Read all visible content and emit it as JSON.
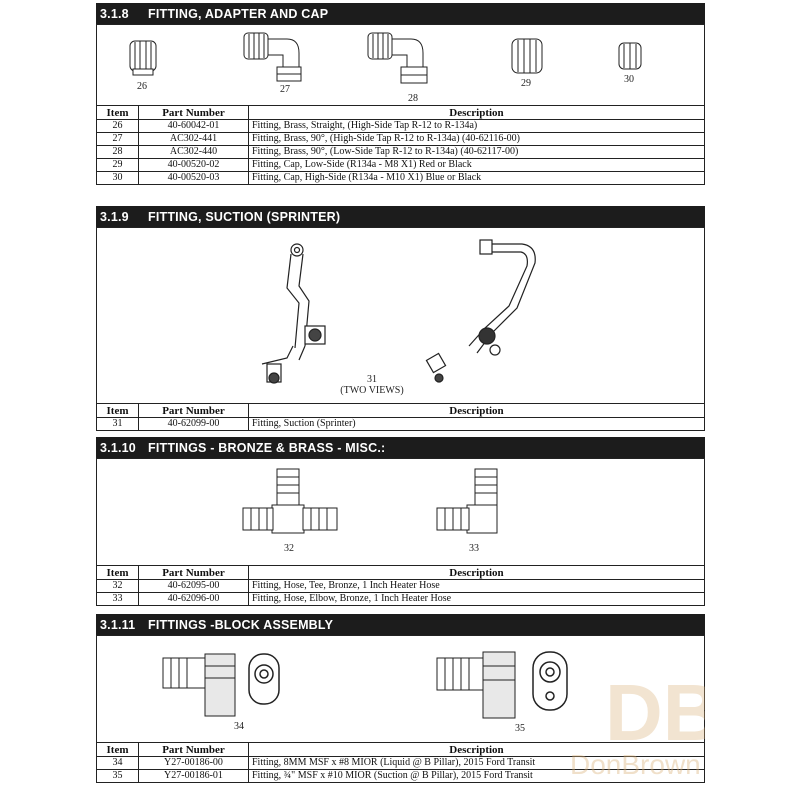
{
  "columns": {
    "item": "Item",
    "part_number": "Part Number",
    "description": "Description"
  },
  "sections": [
    {
      "number": "3.1.8",
      "title": "FITTING, ADAPTER AND CAP",
      "callouts": [
        "26",
        "27",
        "28",
        "29",
        "30"
      ],
      "rows": [
        {
          "item": "26",
          "part_number": "40-60042-01",
          "description": "Fitting, Brass, Straight, (High-Side Tap R-12 to R-134a)"
        },
        {
          "item": "27",
          "part_number": "AC302-441",
          "description": "Fitting, Brass, 90°, (High-Side Tap R-12 to R-134a) (40-62116-00)"
        },
        {
          "item": "28",
          "part_number": "AC302-440",
          "description": "Fitting, Brass, 90°, (Low-Side Tap R-12 to R-134a) (40-62117-00)"
        },
        {
          "item": "29",
          "part_number": "40-00520-02",
          "description": "Fitting, Cap, Low-Side (R134a - M8 X1) Red or Black"
        },
        {
          "item": "30",
          "part_number": "40-00520-03",
          "description": "Fitting, Cap, High-Side (R134a - M10 X1) Blue or Black"
        }
      ]
    },
    {
      "number": "3.1.9",
      "title": "FITTING, SUCTION (SPRINTER)",
      "callouts": [
        "31"
      ],
      "callout_note": "(TWO VIEWS)",
      "rows": [
        {
          "item": "31",
          "part_number": "40-62099-00",
          "description": "Fitting, Suction (Sprinter)"
        }
      ]
    },
    {
      "number": "3.1.10",
      "title": "FITTINGS - BRONZE & BRASS - MISC.:",
      "callouts": [
        "32",
        "33"
      ],
      "rows": [
        {
          "item": "32",
          "part_number": "40-62095-00",
          "description": "Fitting, Hose, Tee, Bronze, 1 Inch Heater Hose"
        },
        {
          "item": "33",
          "part_number": "40-62096-00",
          "description": "Fitting, Hose, Elbow, Bronze, 1 Inch Heater Hose"
        }
      ]
    },
    {
      "number": "3.1.11",
      "title": "FITTINGS -BLOCK ASSEMBLY",
      "callouts": [
        "34",
        "35"
      ],
      "rows": [
        {
          "item": "34",
          "part_number": "Y27-00186-00",
          "description": "Fitting, 8MM MSF x #8 MIOR (Liquid @ B Pillar), 2015 Ford Transit"
        },
        {
          "item": "35",
          "part_number": "Y27-00186-01",
          "description": "Fitting, ¾\" MSF x #10 MIOR (Suction @ B Pillar), 2015 Ford Transit"
        }
      ]
    }
  ],
  "watermark": {
    "text": "DonBrown",
    "logo_letters": "DB",
    "color": "#d9b27a"
  }
}
